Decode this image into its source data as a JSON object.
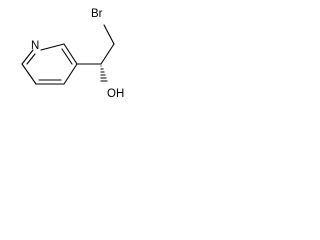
{
  "molecule": {
    "atoms": {
      "bromine": "Br",
      "ring_nitrogen": "N",
      "hydroxyl": "OH"
    },
    "colors": {
      "bond": "#000000",
      "label": "#000000",
      "background": "#ffffff"
    },
    "stereo_bond": "hashed-wedge"
  }
}
